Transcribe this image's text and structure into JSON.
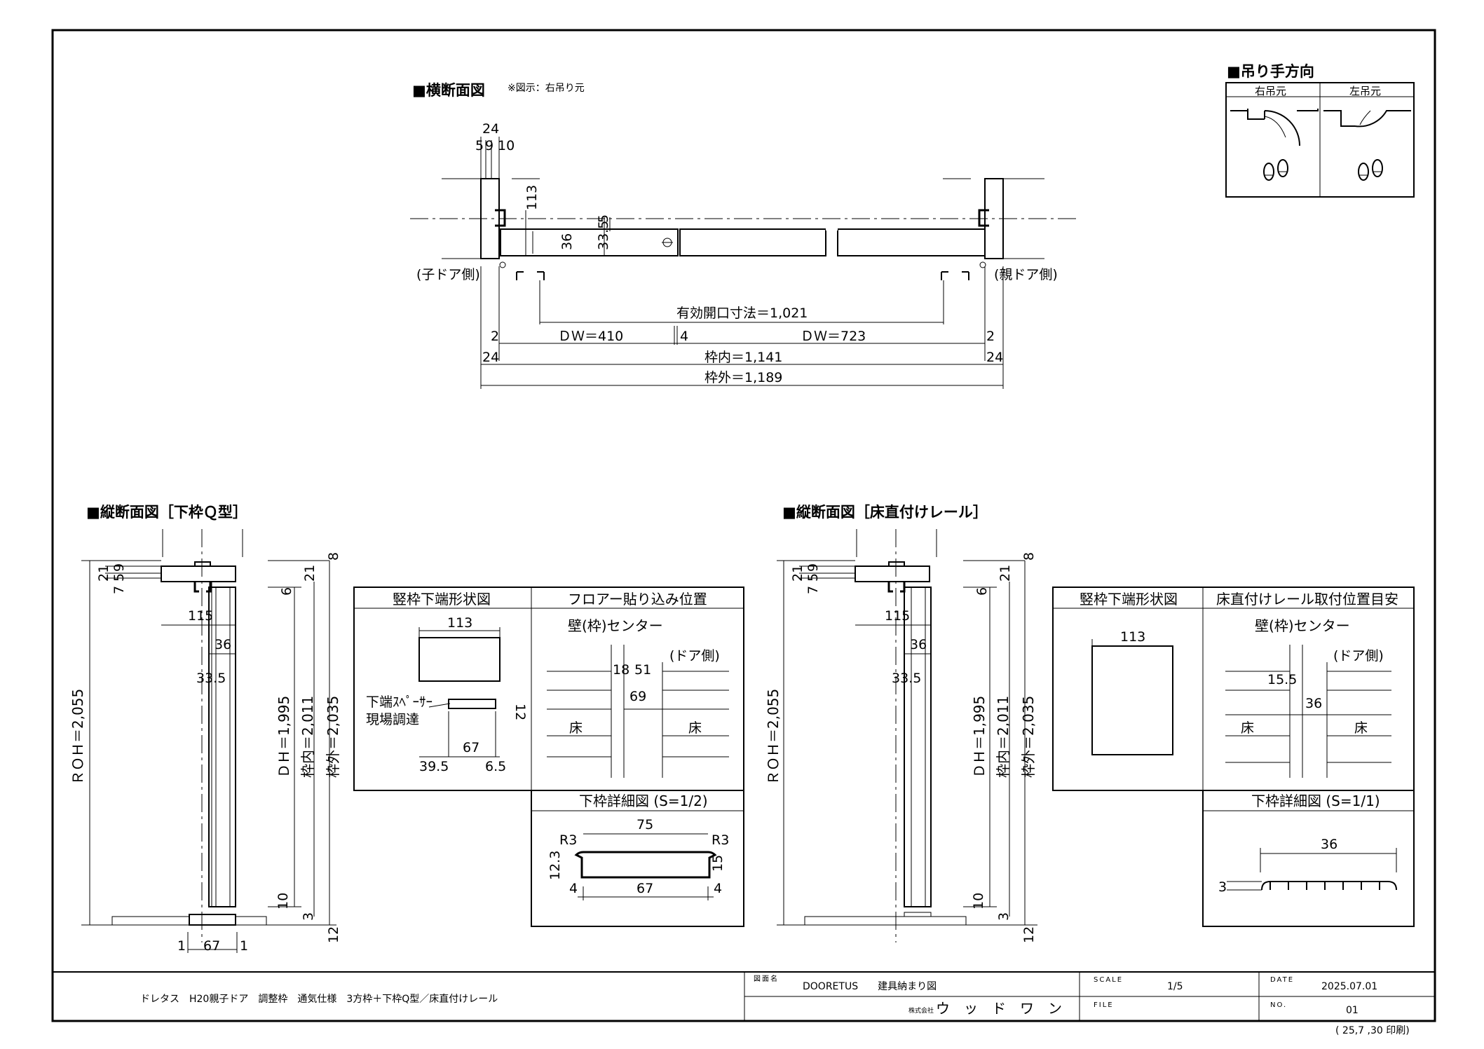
{
  "plan_section": {
    "title": "■横断面図",
    "note": "※図示：右吊り元",
    "left_side_label": "(子ドア側)",
    "right_side_label": "(親ドア側)",
    "dims": {
      "top_total": "24",
      "top_a": "5",
      "top_b": "9",
      "top_c": "10",
      "frame_depth": "113",
      "small_5": "5",
      "door_36": "36",
      "door_33": "33.5",
      "effective": "有効開口寸法＝1,021",
      "gap_left": "2",
      "dw_left": "ＤＷ＝410",
      "gap_mid": "4",
      "dw_right": "ＤＷ＝723",
      "gap_right": "2",
      "frame_left": "24",
      "inner": "枠内＝1,141",
      "frame_right": "24",
      "outer": "枠外＝1,189"
    }
  },
  "swing": {
    "title": "■吊り手方向",
    "col_right": "右吊元",
    "col_left": "左吊元"
  },
  "section_left": {
    "title": "■縦断面図［下枠Ｑ型］",
    "dims": {
      "roh": "ＲＯＨ＝2,055",
      "dh": "ＤＨ＝1,995",
      "inner": "枠内＝2,011",
      "outer": "枠外＝2,035",
      "d21a": "21",
      "d9": "9",
      "d5": "5",
      "d7": "7",
      "d21b": "21",
      "d6": "6",
      "d8": "8",
      "d115": "115",
      "d36": "36",
      "d335": "33.5",
      "d10": "10",
      "d3": "3",
      "d12": "12",
      "b1a": "1",
      "b67": "67",
      "b1b": "1"
    }
  },
  "table_left": {
    "head1": "竪枠下端形状図",
    "head2": "フロアー貼り込み位置",
    "w113": "113",
    "spacer": "下端ｽﾍﾟｰｻｰ",
    "site": "現場調達",
    "d12": "12",
    "d67": "67",
    "d395": "39.5",
    "d65": "6.5",
    "center": "壁(枠)センター",
    "door_side": "(ドア側)",
    "d18": "18",
    "d51": "51",
    "d69": "69",
    "floor_l": "床",
    "floor_r": "床",
    "detail_head": "下枠詳細図 (S=1/2)",
    "d75": "75",
    "r3a": "R3",
    "r3b": "R3",
    "d123": "12.3",
    "d15": "15",
    "d4a": "4",
    "d67b": "67",
    "d4b": "4"
  },
  "section_right": {
    "title": "■縦断面図［床直付けレール］",
    "dims": {
      "roh": "ＲＯＨ＝2,055",
      "dh": "ＤＨ＝1,995",
      "inner": "枠内＝2,011",
      "outer": "枠外＝2,035",
      "d21a": "21",
      "d9": "9",
      "d5": "5",
      "d7": "7",
      "d21b": "21",
      "d6": "6",
      "d8": "8",
      "d115": "115",
      "d36": "36",
      "d335": "33.5",
      "d10": "10",
      "d3": "3",
      "d12": "12"
    }
  },
  "table_right": {
    "head1": "竪枠下端形状図",
    "head2": "床直付けレール取付位置目安",
    "w113": "113",
    "center": "壁(枠)センター",
    "door_side": "(ドア側)",
    "d155": "15.5",
    "d36": "36",
    "floor_l": "床",
    "floor_r": "床",
    "detail_head": "下枠詳細図 (S=1/1)",
    "d36b": "36",
    "d3": "3"
  },
  "title_block": {
    "description": "ドレタス　H20親子ドア　調整枠　通気仕様　3方枠＋下枠Q型／床直付けレール",
    "name_caption": "図面名",
    "drawing_name": "DOORETUS　　建具納まり図",
    "scale_caption": "SCALE",
    "scale": "1/5",
    "date_caption": "DATE",
    "date": "2025.07.01",
    "company_prefix": "株式会社",
    "company": "ウ　ッ　ド　ワ　ン",
    "file_caption": "FILE",
    "no_caption": "NO.",
    "no": "01",
    "printed": "( 25,7 ,30 印刷)"
  }
}
